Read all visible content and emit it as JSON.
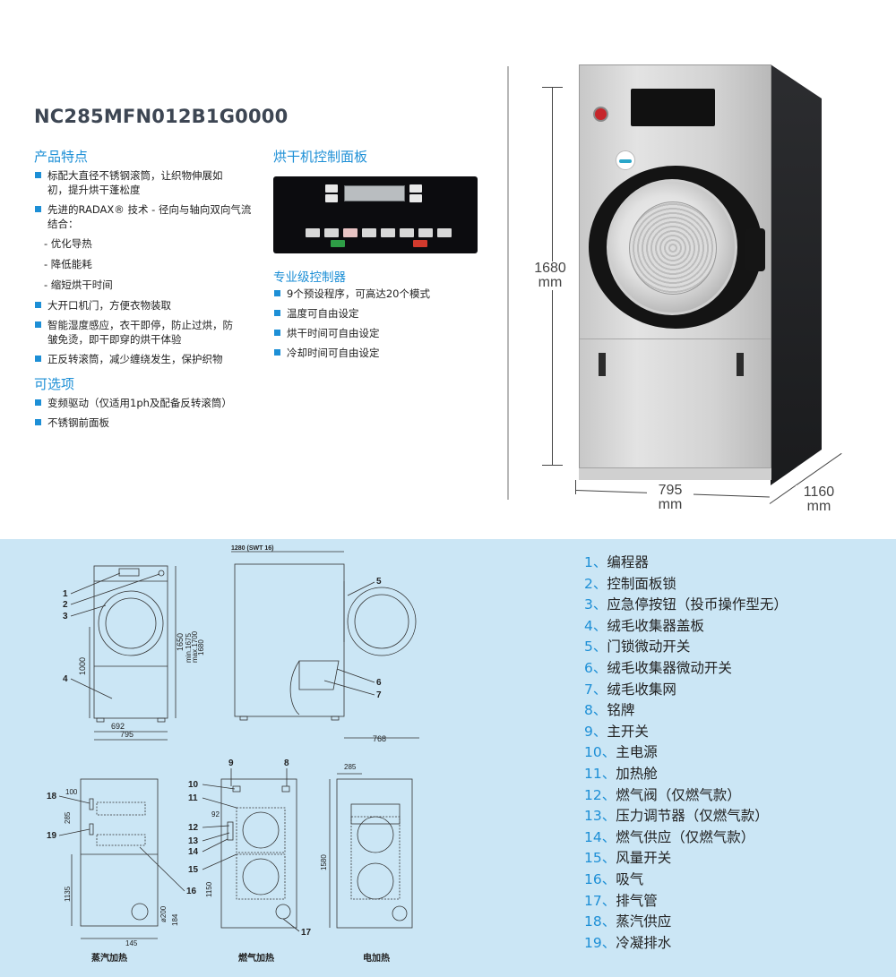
{
  "model": "NC285MFN012B1G0000",
  "features": {
    "title": "产品特点",
    "items": [
      {
        "type": "sq",
        "text": "标配大直径不锈钢滚筒，让织物伸展如"
      },
      {
        "type": "cont",
        "text": "初，提升烘干蓬松度"
      },
      {
        "type": "sq",
        "text": "先进的RADAX® 技术 - 径向与轴向双向气流"
      },
      {
        "type": "cont",
        "text": "结合："
      },
      {
        "type": "sub",
        "text": "- 优化导热"
      },
      {
        "type": "sub",
        "text": "- 降低能耗"
      },
      {
        "type": "sub",
        "text": "- 缩短烘干时间"
      },
      {
        "type": "sq",
        "text": "大开口机门，方便衣物装取"
      },
      {
        "type": "sq",
        "text": "智能湿度感应，衣干即停，防止过烘，防"
      },
      {
        "type": "cont",
        "text": "皱免烫，即干即穿的烘干体验"
      },
      {
        "type": "sq",
        "text": "正反转滚筒，减少缠绕发生，保护织物"
      }
    ]
  },
  "options": {
    "title": "可选项",
    "items": [
      "变频驱动（仅适用1ph及配备反转滚筒）",
      "不锈钢前面板"
    ]
  },
  "control_panel": {
    "title": "烘干机控制面板"
  },
  "pro_controller": {
    "title": "专业级控制器",
    "items": [
      "9个预设程序，可高达20个模式",
      "温度可自由设定",
      "烘干时间可自由设定",
      "冷却时间可自由设定"
    ]
  },
  "dimensions": {
    "height_value": "1680",
    "width_value": "795",
    "depth_value": "1160",
    "unit": "mm"
  },
  "drawing": {
    "top_label": "1280 (SWT 16)",
    "front_dims": [
      "692",
      "795",
      "1000",
      "1650",
      "min.1675",
      "max.1700",
      "1680"
    ],
    "side_dim": "768",
    "callouts_front": [
      "1",
      "2",
      "3",
      "4"
    ],
    "callouts_side": [
      "5",
      "6",
      "7"
    ],
    "steam": {
      "label": "蒸汽加热",
      "dims": [
        "100",
        "285",
        "1135",
        "145",
        "ø200",
        "184"
      ],
      "callouts": [
        "18",
        "19",
        "16"
      ]
    },
    "gas": {
      "label": "燃气加热",
      "dims": [
        "92",
        "1150"
      ],
      "callouts": [
        "9",
        "8",
        "10",
        "11",
        "12",
        "13",
        "14",
        "15",
        "17"
      ]
    },
    "electric": {
      "label": "电加热",
      "dims": [
        "285",
        "1580"
      ]
    }
  },
  "legend": [
    {
      "num": "1、",
      "text": "编程器"
    },
    {
      "num": "2、",
      "text": "控制面板锁"
    },
    {
      "num": "3、",
      "text": "应急停按钮（投币操作型无）"
    },
    {
      "num": "4、",
      "text": "绒毛收集器盖板"
    },
    {
      "num": "5、",
      "text": "门锁微动开关"
    },
    {
      "num": "6、",
      "text": "绒毛收集器微动开关"
    },
    {
      "num": "7、",
      "text": "绒毛收集网"
    },
    {
      "num": "8、",
      "text": "铭牌"
    },
    {
      "num": "9、",
      "text": "主开关"
    },
    {
      "num": "10、",
      "text": "主电源"
    },
    {
      "num": "11、",
      "text": "加热舱"
    },
    {
      "num": "12、",
      "text": "燃气阀（仅燃气款）"
    },
    {
      "num": "13、",
      "text": "压力调节器（仅燃气款）"
    },
    {
      "num": "14、",
      "text": "燃气供应（仅燃气款）"
    },
    {
      "num": "15、",
      "text": "风量开关"
    },
    {
      "num": "16、",
      "text": "吸气"
    },
    {
      "num": "17、",
      "text": "排气管"
    },
    {
      "num": "18、",
      "text": "蒸汽供应"
    },
    {
      "num": "19、",
      "text": "冷凝排水"
    }
  ]
}
